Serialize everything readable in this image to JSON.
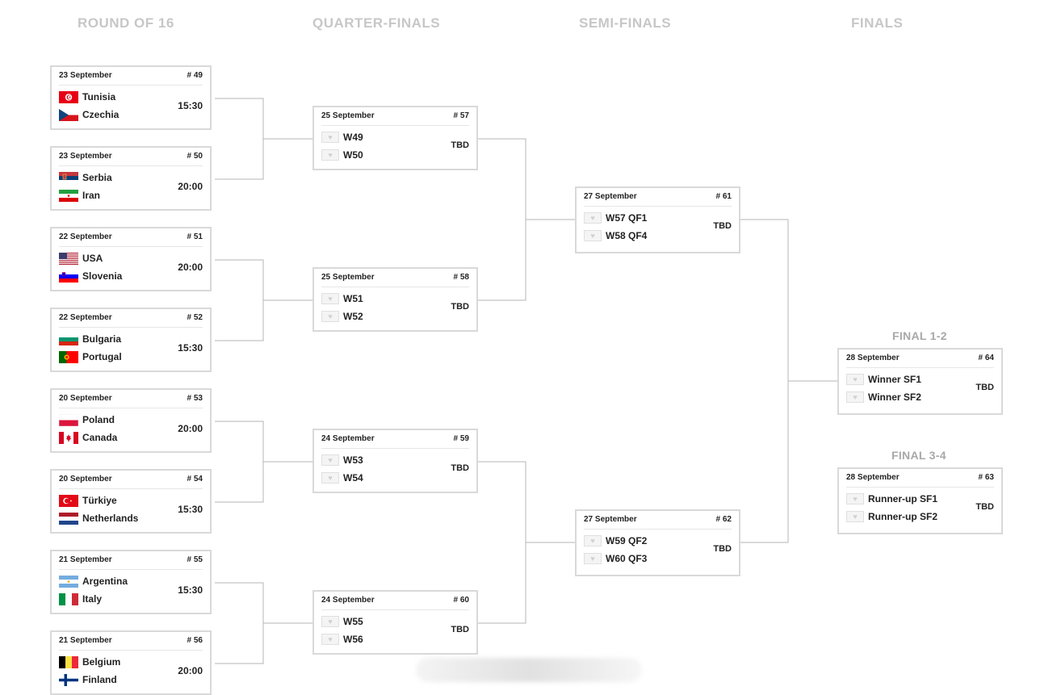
{
  "rounds": {
    "r16": "ROUND OF 16",
    "qf": "QUARTER-FINALS",
    "sf": "SEMI-FINALS",
    "finals": "FINALS"
  },
  "final_titles": {
    "final12": "FINAL 1-2",
    "final34": "FINAL 3-4"
  },
  "placeholder_icon": "volleyball-icon",
  "r16": [
    {
      "date": "23 September",
      "num": "# 49",
      "team1": "Tunisia",
      "flag1": "tunisia-flag-icon",
      "team2": "Czechia",
      "flag2": "czechia-flag-icon",
      "time": "15:30"
    },
    {
      "date": "23 September",
      "num": "# 50",
      "team1": "Serbia",
      "flag1": "serbia-flag-icon",
      "team2": "Iran",
      "flag2": "iran-flag-icon",
      "time": "20:00"
    },
    {
      "date": "22 September",
      "num": "# 51",
      "team1": "USA",
      "flag1": "usa-flag-icon",
      "team2": "Slovenia",
      "flag2": "slovenia-flag-icon",
      "time": "20:00"
    },
    {
      "date": "22 September",
      "num": "# 52",
      "team1": "Bulgaria",
      "flag1": "bulgaria-flag-icon",
      "team2": "Portugal",
      "flag2": "portugal-flag-icon",
      "time": "15:30"
    },
    {
      "date": "20 September",
      "num": "# 53",
      "team1": "Poland",
      "flag1": "poland-flag-icon",
      "team2": "Canada",
      "flag2": "canada-flag-icon",
      "time": "20:00"
    },
    {
      "date": "20 September",
      "num": "# 54",
      "team1": "Türkiye",
      "flag1": "turkiye-flag-icon",
      "team2": "Netherlands",
      "flag2": "netherlands-flag-icon",
      "time": "15:30"
    },
    {
      "date": "21 September",
      "num": "# 55",
      "team1": "Argentina",
      "flag1": "argentina-flag-icon",
      "team2": "Italy",
      "flag2": "italy-flag-icon",
      "time": "15:30"
    },
    {
      "date": "21 September",
      "num": "# 56",
      "team1": "Belgium",
      "flag1": "belgium-flag-icon",
      "team2": "Finland",
      "flag2": "finland-flag-icon",
      "time": "20:00"
    }
  ],
  "qf": [
    {
      "date": "25 September",
      "num": "# 57",
      "team1": "W49",
      "team2": "W50",
      "time": "TBD"
    },
    {
      "date": "25 September",
      "num": "# 58",
      "team1": "W51",
      "team2": "W52",
      "time": "TBD"
    },
    {
      "date": "24 September",
      "num": "# 59",
      "team1": "W53",
      "team2": "W54",
      "time": "TBD"
    },
    {
      "date": "24 September",
      "num": "# 60",
      "team1": "W55",
      "team2": "W56",
      "time": "TBD"
    }
  ],
  "sf": [
    {
      "date": "27 September",
      "num": "# 61",
      "team1": "W57 QF1",
      "team2": "W58 QF4",
      "time": "TBD"
    },
    {
      "date": "27 September",
      "num": "# 62",
      "team1": "W59 QF2",
      "team2": "W60 QF3",
      "time": "TBD"
    }
  ],
  "finals": [
    {
      "date": "28 September",
      "num": "# 64",
      "team1": "Winner SF1",
      "team2": "Winner SF2",
      "time": "TBD"
    },
    {
      "date": "28 September",
      "num": "# 63",
      "team1": "Runner-up SF1",
      "team2": "Runner-up SF2",
      "time": "TBD"
    }
  ],
  "colors": {
    "border": "#d9d9d9",
    "connector": "#b5b5b5",
    "round_title": "#c7c7c7",
    "final_title": "#a8a8a8"
  }
}
